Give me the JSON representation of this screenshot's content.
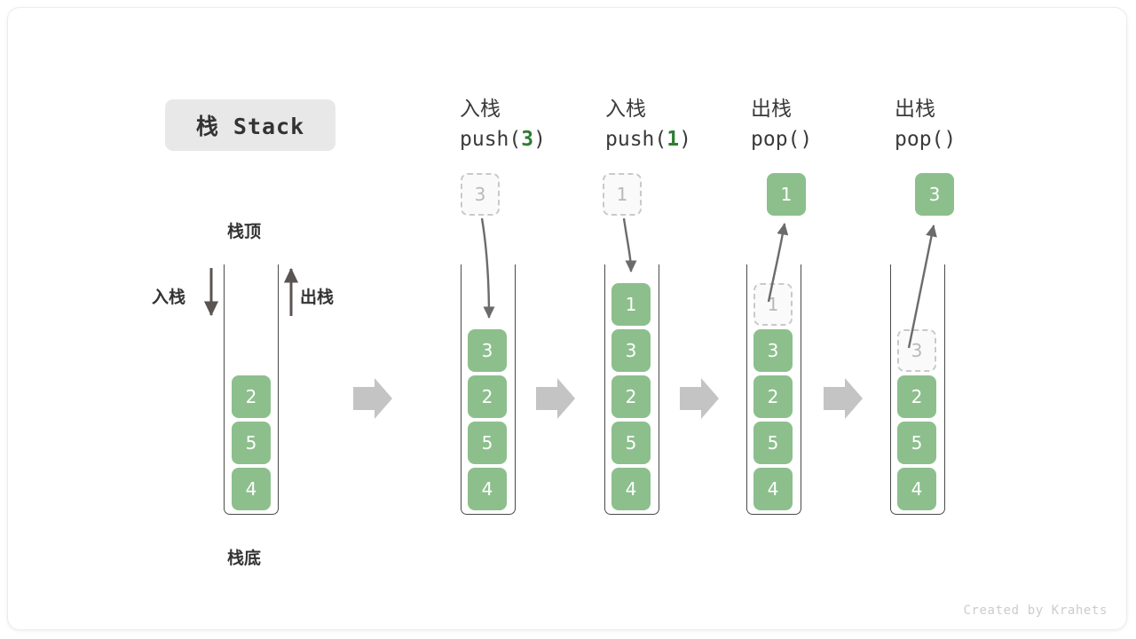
{
  "title": {
    "text": "栈 Stack"
  },
  "labels": {
    "top": "栈顶",
    "bottom": "栈底",
    "push_side": "入栈",
    "pop_side": "出栈"
  },
  "watermark": "Created by Krahets",
  "colors": {
    "cell_fill": "#8cbf8c",
    "cell_text": "#ffffff",
    "ghost_fill": "#fafafa",
    "ghost_border": "#c9c9c9",
    "ghost_text": "#b9b9b9",
    "container_line": "#4a4a4a",
    "arrow_gray": "#6b6b6b",
    "step_arrow": "#c4c4c4",
    "accent_green": "#2f7d33",
    "title_chip_bg": "#e8e8e8"
  },
  "columns": [
    {
      "id": "initial",
      "op_cn": "",
      "op_code": "",
      "detached": null,
      "cells": [
        {
          "value": "2",
          "state": "filled"
        },
        {
          "value": "5",
          "state": "filled"
        },
        {
          "value": "4",
          "state": "filled"
        }
      ]
    },
    {
      "id": "push-3",
      "op_cn": "入栈",
      "op_code_pre": "push(",
      "op_code_arg": "3",
      "op_code_post": ")",
      "detached": {
        "value": "3",
        "state": "ghost"
      },
      "cells": [
        {
          "value": "3",
          "state": "filled"
        },
        {
          "value": "2",
          "state": "filled"
        },
        {
          "value": "5",
          "state": "filled"
        },
        {
          "value": "4",
          "state": "filled"
        }
      ]
    },
    {
      "id": "push-1",
      "op_cn": "入栈",
      "op_code_pre": "push(",
      "op_code_arg": "1",
      "op_code_post": ")",
      "detached": {
        "value": "1",
        "state": "ghost"
      },
      "cells": [
        {
          "value": "1",
          "state": "filled"
        },
        {
          "value": "3",
          "state": "filled"
        },
        {
          "value": "2",
          "state": "filled"
        },
        {
          "value": "5",
          "state": "filled"
        },
        {
          "value": "4",
          "state": "filled"
        }
      ]
    },
    {
      "id": "pop-1",
      "op_cn": "出栈",
      "op_code_pre": "pop(",
      "op_code_arg": "",
      "op_code_post": ")",
      "detached": {
        "value": "1",
        "state": "filled"
      },
      "cells": [
        {
          "value": "1",
          "state": "ghost"
        },
        {
          "value": "3",
          "state": "filled"
        },
        {
          "value": "2",
          "state": "filled"
        },
        {
          "value": "5",
          "state": "filled"
        },
        {
          "value": "4",
          "state": "filled"
        }
      ]
    },
    {
      "id": "pop-3",
      "op_cn": "出栈",
      "op_code_pre": "pop(",
      "op_code_arg": "",
      "op_code_post": ")",
      "detached": {
        "value": "3",
        "state": "filled"
      },
      "cells": [
        {
          "value": "",
          "state": "empty"
        },
        {
          "value": "3",
          "state": "ghost"
        },
        {
          "value": "2",
          "state": "filled"
        },
        {
          "value": "5",
          "state": "filled"
        },
        {
          "value": "4",
          "state": "filled"
        }
      ]
    }
  ]
}
